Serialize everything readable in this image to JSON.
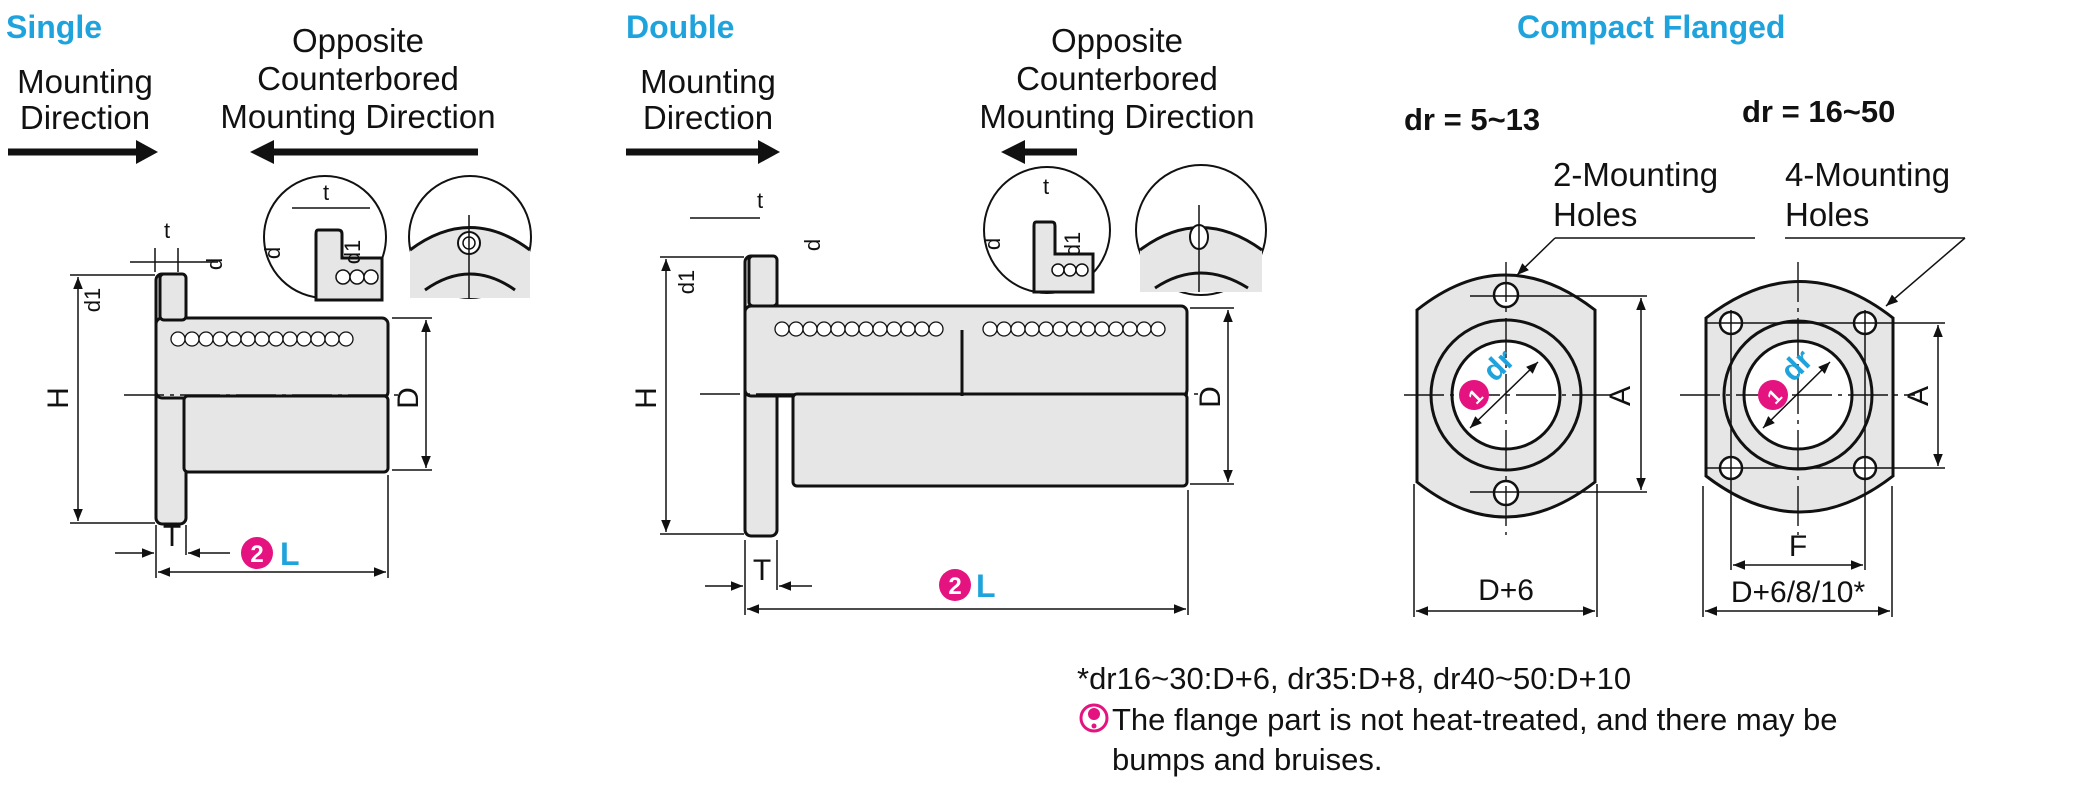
{
  "colors": {
    "title_blue": "#1fa3dc",
    "badge_magenta": "#e4137f",
    "line": "#111111",
    "part_fill": "#e6e6e6"
  },
  "single": {
    "title": "Single",
    "mounting_line1": "Mounting",
    "mounting_line2": "Direction",
    "opposite_line1": "Opposite",
    "opposite_line2": "Counterbored",
    "opposite_line3": "Mounting Direction",
    "dims": {
      "t": "t",
      "d": "d",
      "d1": "d1",
      "H": "H",
      "D": "D",
      "T": "T",
      "L": "L"
    },
    "badge": "2"
  },
  "double": {
    "title": "Double",
    "mounting_line1": "Mounting",
    "mounting_line2": "Direction",
    "opposite_line1": "Opposite",
    "opposite_line2": "Counterbored",
    "opposite_line3": "Mounting Direction",
    "dims": {
      "t": "t",
      "d": "d",
      "d1": "d1",
      "H": "H",
      "D": "D",
      "T": "T",
      "L": "L"
    },
    "badge": "2"
  },
  "compact": {
    "title": "Compact Flanged",
    "left": {
      "range": "dr = 5~13",
      "holes_line1": "2-Mounting",
      "holes_line2": "Holes",
      "dr": "dr",
      "badge": "1",
      "A": "A",
      "width_label": "D+6"
    },
    "right": {
      "range": "dr = 16~50",
      "holes_line1": "4-Mounting",
      "holes_line2": "Holes",
      "dr": "dr",
      "badge": "1",
      "A": "A",
      "F": "F",
      "width_label": "D+6/8/10*"
    }
  },
  "notes": {
    "footnote": "*dr16~30:D+6, dr35:D+8, dr40~50:D+10",
    "warning_line1": "The flange part is not heat-treated, and there may be",
    "warning_line2": "bumps and bruises."
  }
}
